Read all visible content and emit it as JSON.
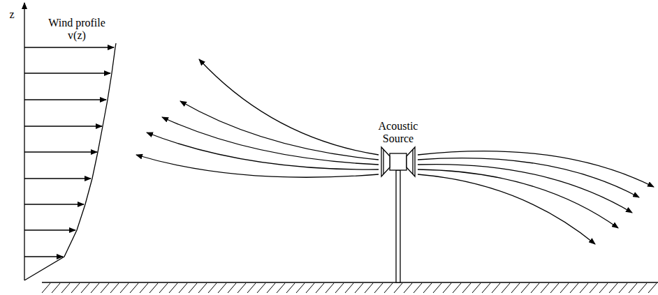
{
  "diagram": {
    "labels": [
      "z",
      "Wind profile v(z)",
      "Acoustic Source"
    ]
  }
}
